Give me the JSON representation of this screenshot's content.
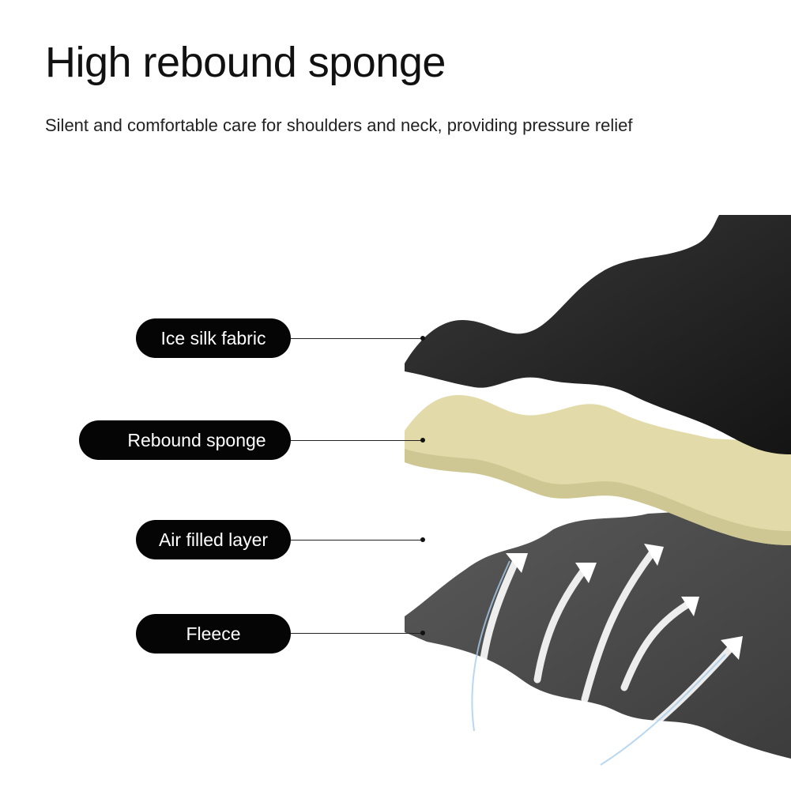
{
  "title": "High rebound sponge",
  "subtitle": "Silent and comfortable care for shoulders and neck, providing pressure relief",
  "layers": [
    {
      "label": "Ice silk fabric",
      "color": "#1f1f1f"
    },
    {
      "label": "Rebound sponge",
      "color": "#e2dba9"
    },
    {
      "label": "Air filled layer",
      "color": "#9fc3e6"
    },
    {
      "label": "Fleece",
      "color": "#4a4a4a"
    }
  ]
}
